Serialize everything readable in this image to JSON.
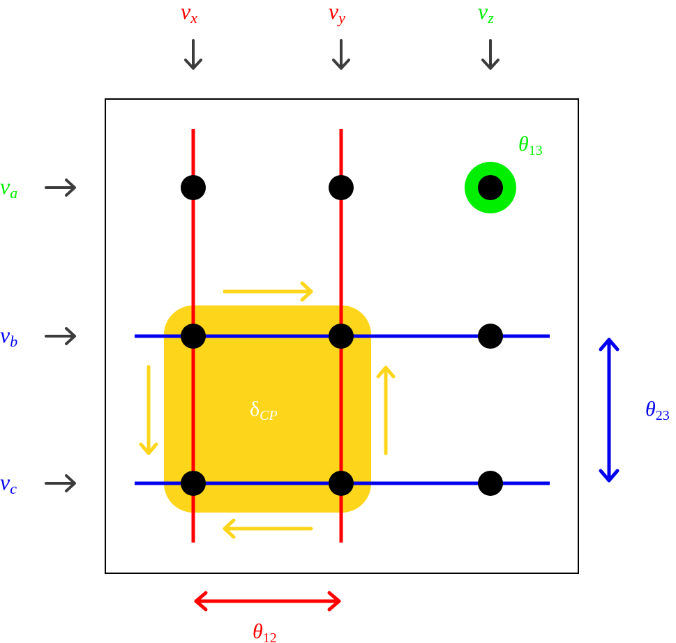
{
  "colors": {
    "red": "#ff0000",
    "blue": "#0000ee",
    "green": "#00ee00",
    "yellow": "#fdd61c",
    "dark_arrow": "#3c3c3c",
    "node": "#000000",
    "frame": "#000000",
    "white": "#ffffff"
  },
  "columns": [
    {
      "id": "x",
      "base": "ν",
      "sub": "x",
      "color_key": "red",
      "has_line": true
    },
    {
      "id": "y",
      "base": "ν",
      "sub": "y",
      "color_key": "red",
      "has_line": true
    },
    {
      "id": "z",
      "base": "ν",
      "sub": "z",
      "color_key": "green",
      "has_line": false
    }
  ],
  "rows": [
    {
      "id": "a",
      "base": "ν",
      "sub": "a",
      "color_key": "green",
      "has_line": false
    },
    {
      "id": "b",
      "base": "ν",
      "sub": "b",
      "color_key": "blue",
      "has_line": true
    },
    {
      "id": "c",
      "base": "ν",
      "sub": "c",
      "color_key": "blue",
      "has_line": true
    }
  ],
  "input_arrow_glyphs": {
    "down": "↓",
    "right": "→"
  },
  "angles": {
    "theta12": {
      "base": "θ",
      "sub": "12",
      "color_key": "red"
    },
    "theta13": {
      "base": "θ",
      "sub": "13",
      "color_key": "green"
    },
    "theta23": {
      "base": "θ",
      "sub": "23",
      "color_key": "blue"
    }
  },
  "cp_phase": {
    "base": "δ",
    "sub": "CP",
    "color_key": "white",
    "circulation": "clockwise"
  },
  "highlighted_node": {
    "row": "a",
    "column": "z",
    "ring_color_key": "green"
  }
}
